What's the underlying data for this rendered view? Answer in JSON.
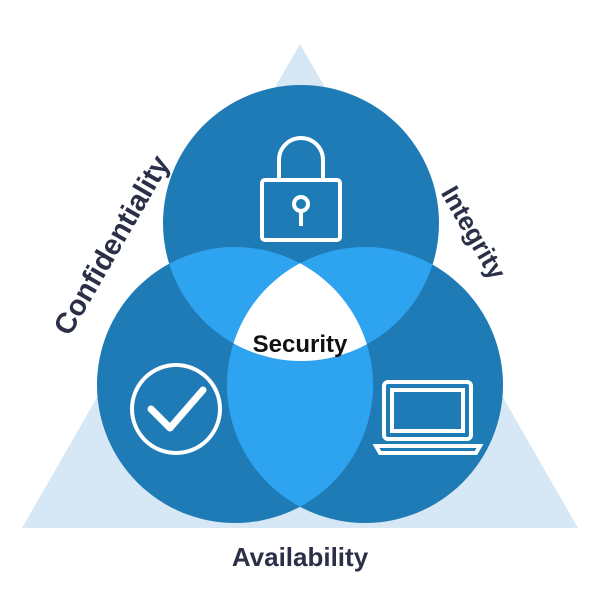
{
  "diagram": {
    "labels": {
      "left": "Confidentiality",
      "right": "Integrity",
      "bottom": "Availability",
      "center": "Security"
    },
    "icons": {
      "top": "lock-icon",
      "left": "checkmark-circle-icon",
      "right": "laptop-icon"
    },
    "colors": {
      "triangle": "#d6e8f5",
      "circle": "#1f7bb5",
      "pair_overlap": "#2ea3f0",
      "center": "#ffffff",
      "label_text": "#2b3048",
      "icon_stroke": "#ffffff"
    }
  }
}
